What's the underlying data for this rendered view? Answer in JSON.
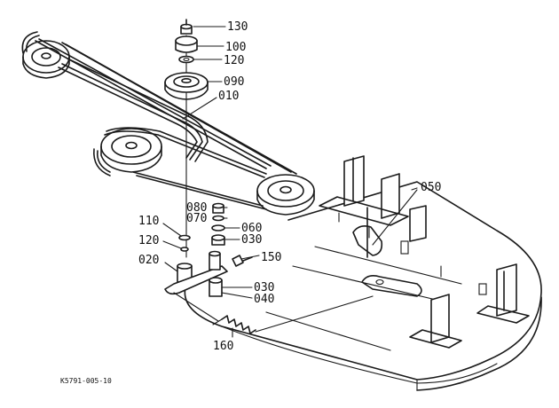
{
  "diagram": {
    "code": "K5791-005-10",
    "callouts": [
      {
        "id": "c130",
        "text": "130"
      },
      {
        "id": "c100",
        "text": "100"
      },
      {
        "id": "c120a",
        "text": "120"
      },
      {
        "id": "c090",
        "text": "090"
      },
      {
        "id": "c010",
        "text": "010"
      },
      {
        "id": "c050",
        "text": "050"
      },
      {
        "id": "c080",
        "text": "080"
      },
      {
        "id": "c070",
        "text": "070"
      },
      {
        "id": "c060",
        "text": "060"
      },
      {
        "id": "c030a",
        "text": "030"
      },
      {
        "id": "c110",
        "text": "110"
      },
      {
        "id": "c120b",
        "text": "120"
      },
      {
        "id": "c150",
        "text": "150"
      },
      {
        "id": "c020",
        "text": "020"
      },
      {
        "id": "c030b",
        "text": "030"
      },
      {
        "id": "c040",
        "text": "040"
      },
      {
        "id": "c160",
        "text": "160"
      }
    ]
  }
}
